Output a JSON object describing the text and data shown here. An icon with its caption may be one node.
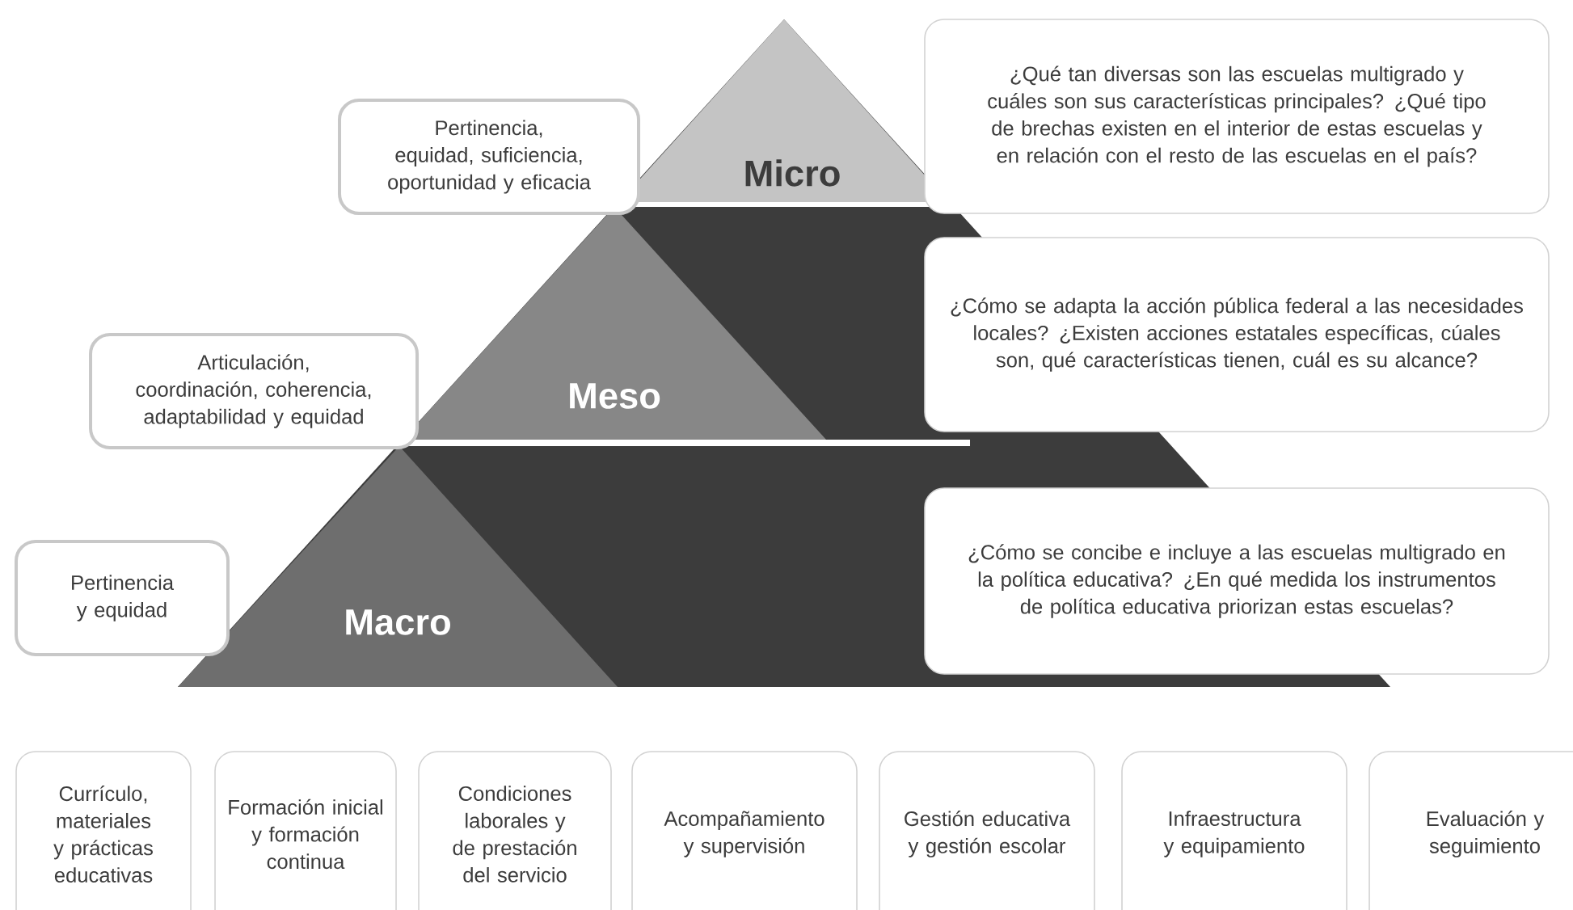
{
  "diagram": {
    "nodes": [
      {
        "text": [
          "Micro"
        ]
      },
      {
        "text": [
          "Meso"
        ]
      },
      {
        "text": [
          "Macro"
        ]
      },
      {
        "text": [
          "Pertinencia, equidad, suficiencia, oportunidad y eficacia"
        ]
      },
      {
        "text": [
          "Articulación, coordinación, coherencia, adaptabilidad y equidad"
        ]
      },
      {
        "text": [
          "Pertinencia y equidad"
        ]
      },
      {
        "text": [
          "¿Qué tan diversas son las escuelas multigrado y cuáles son sus características principales? ¿Qué tipo de brechas existen en el interior de estas escuelas y en relación con el resto de las escuelas en el país?"
        ]
      },
      {
        "text": [
          "¿Cómo se adapta la acción pública federal a las necesidades locales? ¿Existen acciones estatales específicas, cúales son, qué características tienen, cuál es su alcance?"
        ]
      },
      {
        "text": [
          "¿Cómo se concibe e incluye a las escuelas multigrado en la política educativa? ¿En qué medida los instrumentos de política educativa priorizan estas escuelas?"
        ]
      },
      {
        "text": [
          "Currículo, materiales y prácticas educativas"
        ]
      },
      {
        "text": [
          "Formación inicial y formación continua"
        ]
      },
      {
        "text": [
          "Condiciones laborales y de prestación del servicio"
        ]
      },
      {
        "text": [
          "Acompañamiento y supervisión"
        ]
      },
      {
        "text": [
          "Gestión educativa y gestión escolar"
        ]
      },
      {
        "text": [
          "Infraestructura y equipamiento"
        ]
      },
      {
        "text": [
          "Evaluación y seguimiento"
        ]
      }
    ]
  }
}
